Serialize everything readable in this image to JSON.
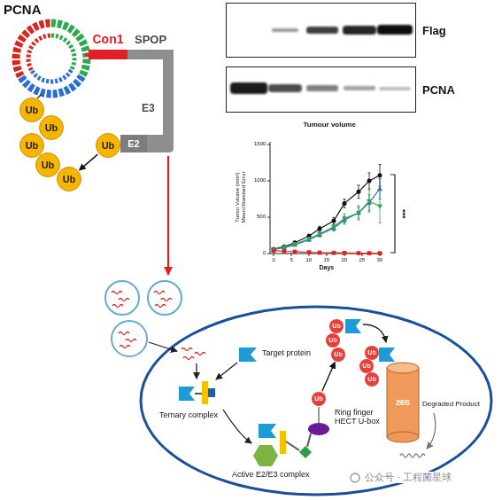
{
  "diagram": {
    "nodes": [
      {
        "text": [
          "Con1"
        ]
      },
      {
        "text": [
          "E2"
        ]
      },
      {
        "text": [
          "Ub"
        ]
      },
      {
        "text": [
          "Ub"
        ]
      },
      {
        "text": [
          "Ub"
        ]
      },
      {
        "text": [
          "Ub"
        ]
      },
      {
        "text": [
          "Ub"
        ]
      },
      {
        "text": [
          "Ub"
        ]
      },
      {
        "text": [
          "Flag"
        ]
      },
      {
        "text": [
          "PCNA"
        ]
      },
      {
        "text": [
          "Ub"
        ]
      },
      {
        "text": [
          "Ub"
        ]
      },
      {
        "text": [
          "Ub"
        ]
      },
      {
        "text": [
          "Ub"
        ]
      },
      {
        "text": [
          "Ub"
        ]
      },
      {
        "text": [
          "Ub"
        ]
      },
      {
        "text": [
          "Ub"
        ]
      },
      {
        "text": [
          "26S"
        ]
      }
    ],
    "edges": [
      {
        "from": 2,
        "to": 7,
        "arrow": "to"
      },
      {
        "from": 10,
        "to": 13,
        "arrow": "to"
      }
    ],
    "labels": [
      "PCNA",
      "SPOP",
      "E3",
      "Tumour volume",
      "Tumor Volume (mm³)",
      "Mean±Standard Error",
      "0",
      "500",
      "1000",
      "1500",
      "0",
      "5",
      "10",
      "15",
      "20",
      "25",
      "30",
      "Days",
      "***",
      "Target protein",
      "Ternary complex",
      "Active E2/E3 complex",
      "Ring finger HECT U-box",
      "Degraded Product",
      "公众号 · 工程菌星球"
    ]
  }
}
